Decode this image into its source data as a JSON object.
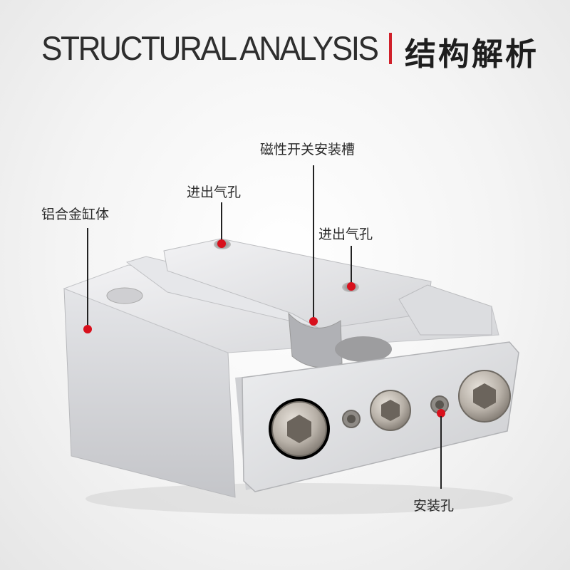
{
  "title": {
    "english": "STRUCTURAL ANALYSIS",
    "chinese": "结构解析",
    "accent_color": "#d0202a"
  },
  "annotations": {
    "body": "铝合金缸体",
    "port_left": "进出气孔",
    "sensor_slot": "磁性开关安装槽",
    "port_right": "进出气孔",
    "mount_hole": "安装孔"
  },
  "marker_color": "#d8101c"
}
